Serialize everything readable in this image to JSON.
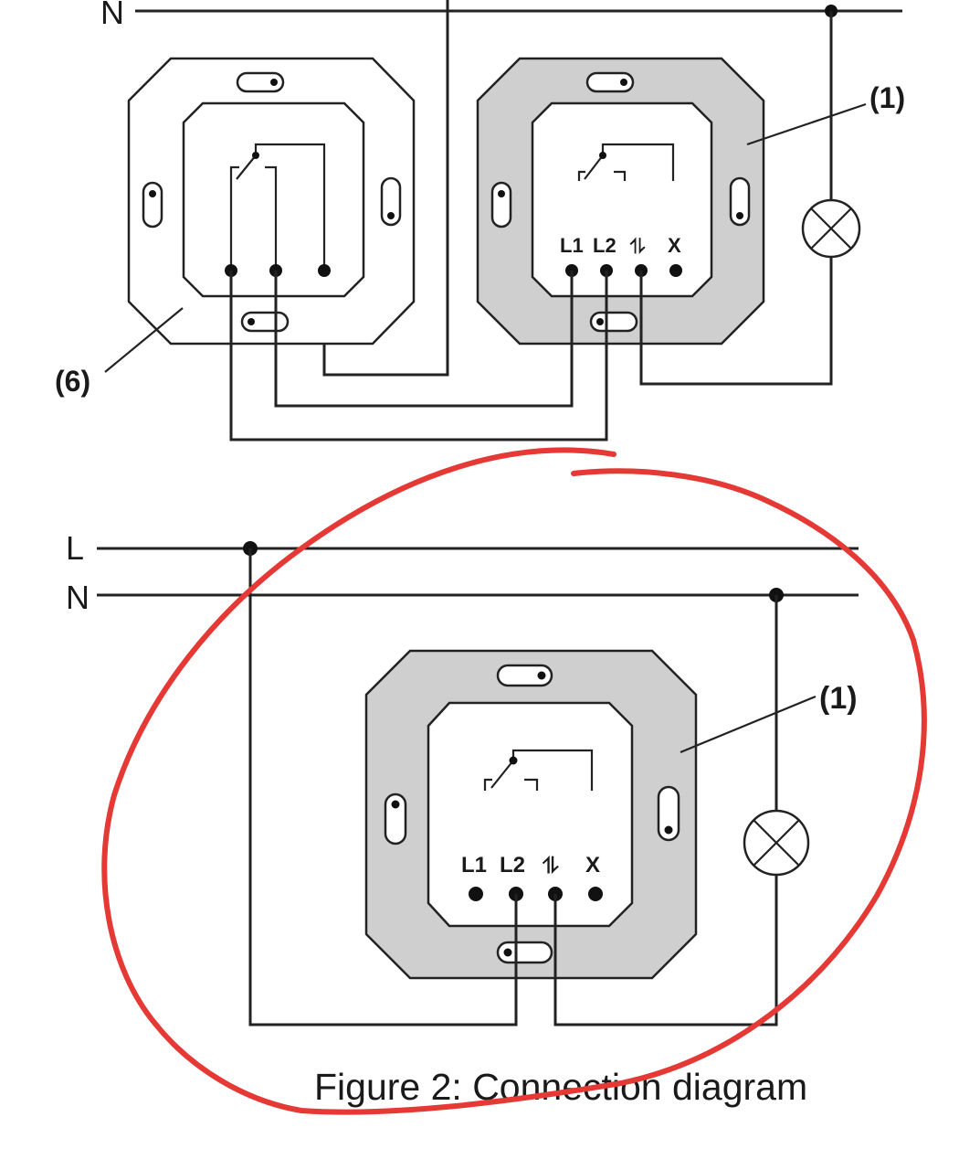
{
  "top_diagram": {
    "neutral_label": "N",
    "device_ref": "(1)",
    "extension_ref": "(6)",
    "terminals": [
      "L1",
      "L2",
      "⥮",
      "X"
    ]
  },
  "bottom_diagram": {
    "line_label": "L",
    "neutral_label": "N",
    "device_ref": "(1)",
    "terminals": [
      "L1",
      "L2",
      "⥮",
      "X"
    ]
  },
  "caption": "Figure 2: Connection diagram",
  "colors": {
    "annotation": "#e53935",
    "plate_grey": "#cfcfcf",
    "line": "#222222"
  }
}
